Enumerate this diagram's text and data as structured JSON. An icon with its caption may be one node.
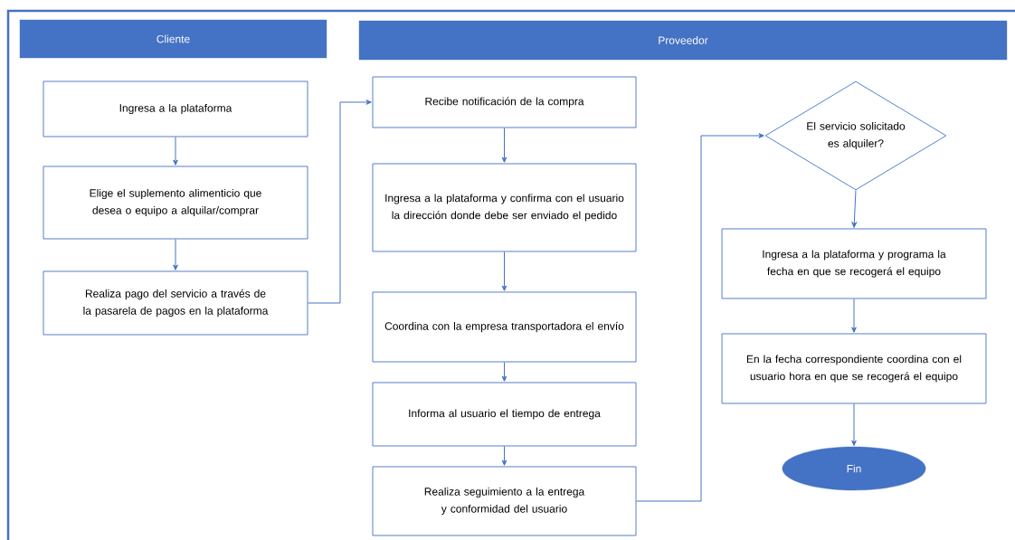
{
  "diagram": {
    "nodes": [
      {
        "text": [
          "Cliente"
        ]
      },
      {
        "text": [
          "Proveedor"
        ]
      },
      {
        "text": [
          "Ingresa a la plataforma"
        ]
      },
      {
        "text": [
          "Elige el suplemento alimenticio que desea o equipo a alquilar/comprar"
        ]
      },
      {
        "text": [
          "Realiza pago del servicio a través de la pasarela de pagos en la plataforma"
        ]
      },
      {
        "text": [
          "Recibe notificación de la compra"
        ]
      },
      {
        "text": [
          "Ingresa a la plataforma y confirma con el usuario la dirección donde debe ser enviado el pedido"
        ]
      },
      {
        "text": [
          "Coordina con la empresa transportadora el envío"
        ]
      },
      {
        "text": [
          "Informa al usuario el tiempo de entrega"
        ]
      },
      {
        "text": [
          "Realiza seguimiento a la entrega y conformidad del usuario"
        ]
      },
      {
        "text": [
          "El servicio solicitado es alquiler?"
        ]
      },
      {
        "text": [
          "Ingresa a la plataforma y programa la fecha en que se recogerá el equipo"
        ]
      },
      {
        "text": [
          "En la fecha correspondiente coordina con el usuario hora en que se recogerá el equipo"
        ]
      },
      {
        "text": [
          "Fin"
        ]
      }
    ],
    "edges": [
      {
        "from": 2,
        "to": 3,
        "arrow": "to"
      },
      {
        "from": 3,
        "to": 4,
        "arrow": "to"
      },
      {
        "from": 4,
        "to": 5,
        "arrow": "to"
      },
      {
        "from": 5,
        "to": 6,
        "arrow": "to"
      },
      {
        "from": 6,
        "to": 7,
        "arrow": "to"
      },
      {
        "from": 7,
        "to": 8,
        "arrow": "to"
      },
      {
        "from": 8,
        "to": 9,
        "arrow": "to"
      },
      {
        "from": 9,
        "to": 10,
        "arrow": "to"
      },
      {
        "from": 10,
        "to": 11,
        "arrow": "to"
      },
      {
        "from": 11,
        "to": 12,
        "arrow": "to"
      },
      {
        "from": 12,
        "to": 13,
        "arrow": "to"
      }
    ]
  }
}
